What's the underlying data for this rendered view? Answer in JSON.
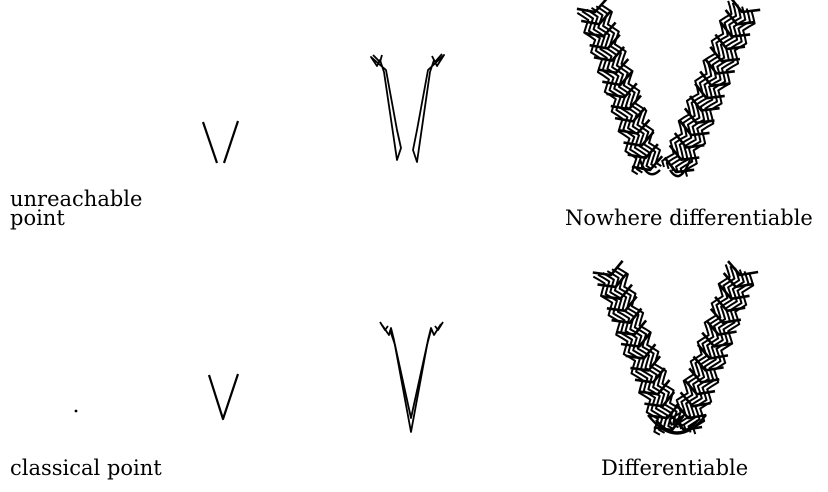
{
  "labels": {
    "top_left_line1": "unreachable",
    "top_left_line2": "point",
    "top_right": "Nowhere differentiable",
    "bottom_left": "classical point",
    "bottom_right": "Differentiable"
  },
  "colors": {
    "ink": "#000000",
    "background": "#ffffff"
  }
}
